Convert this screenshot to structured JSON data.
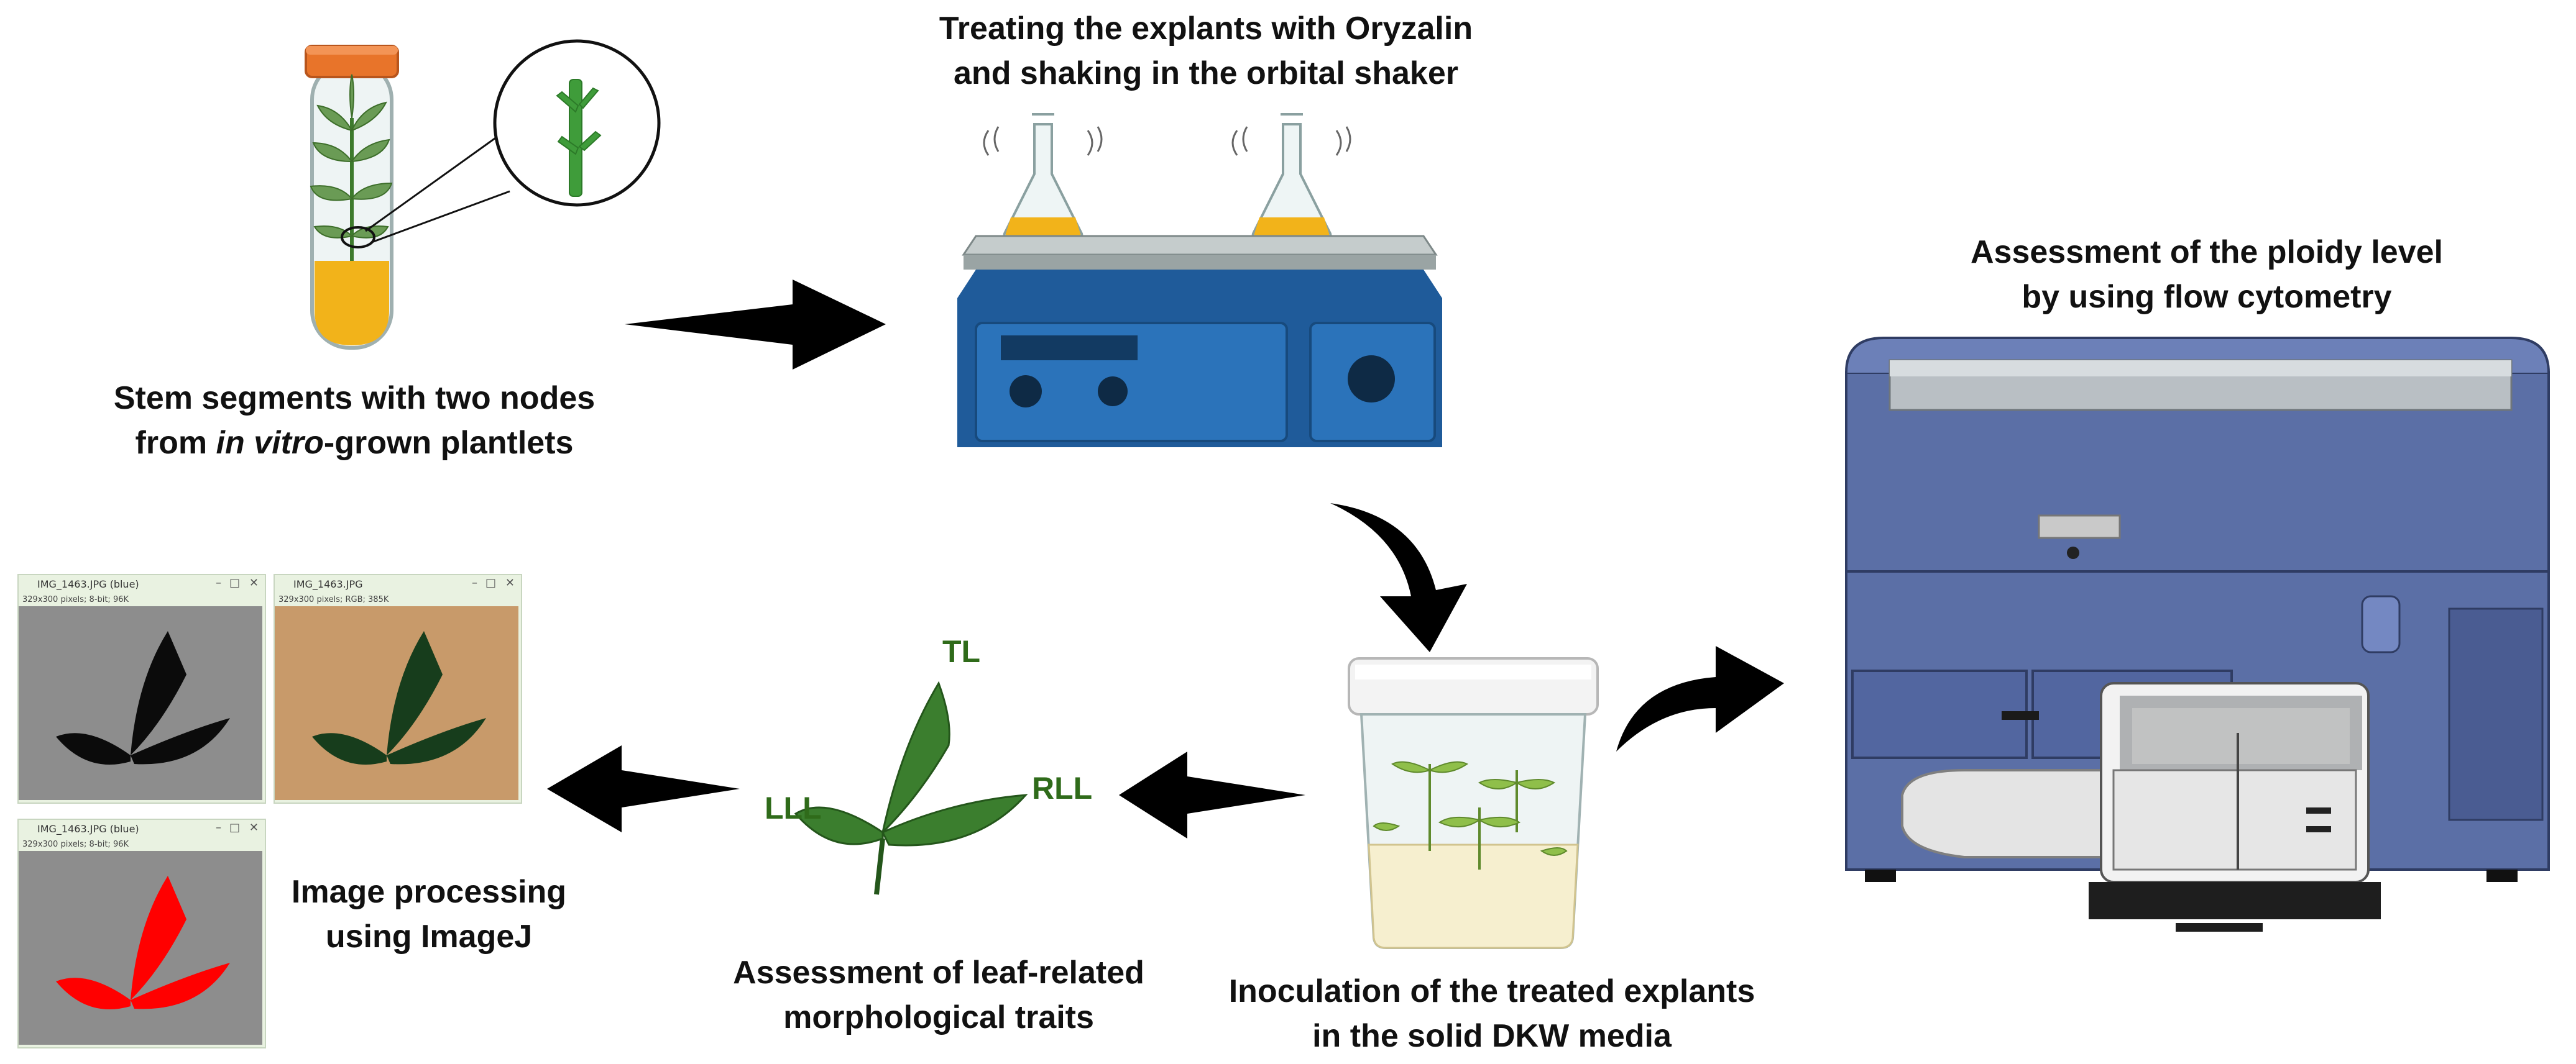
{
  "captions": {
    "stem_line1": "Stem segments with two nodes",
    "stem_line2_pre": "from ",
    "stem_line2_italic": "in vitro",
    "stem_line2_post": "-grown plantlets",
    "oryzalin_line1": "Treating the explants with Oryzalin",
    "oryzalin_line2": "and shaking in the orbital shaker",
    "ploidy_line1": "Assessment of the ploidy level",
    "ploidy_line2": "by using flow cytometry",
    "inoculation_line1": "Inoculation of the treated explants",
    "inoculation_line2": "in the solid DKW media",
    "leaf_line1": "Assessment of leaf-related",
    "leaf_line2": "morphological traits",
    "imagej_line1": "Image processing",
    "imagej_line2": "using ImageJ"
  },
  "leaf_labels": {
    "tl": "TL",
    "rll": "RLL",
    "lll": "LLL"
  },
  "imagej_windows": [
    {
      "title": "IMG_1463.JPG (blue)",
      "subtitle": "329x300 pixels; 8-bit; 96K"
    },
    {
      "title": "IMG_1463.JPG",
      "subtitle": "329x300 pixels; RGB; 385K"
    },
    {
      "title": "IMG_1463.JPG (blue)",
      "subtitle": "329x300 pixels; 8-bit; 96K"
    }
  ],
  "window_controls": {
    "minimize": "–",
    "maximize": "□",
    "close": "✕"
  },
  "colors": {
    "arrow": "#000000",
    "leaf_green": "#2f6b1a",
    "machine_blue": "#5b6fa6",
    "shaker_blue": "#1f5b9a",
    "liquid_amber": "#f2b31a",
    "tube_cap": "#e8742a",
    "threshold_red": "#ff0000"
  }
}
